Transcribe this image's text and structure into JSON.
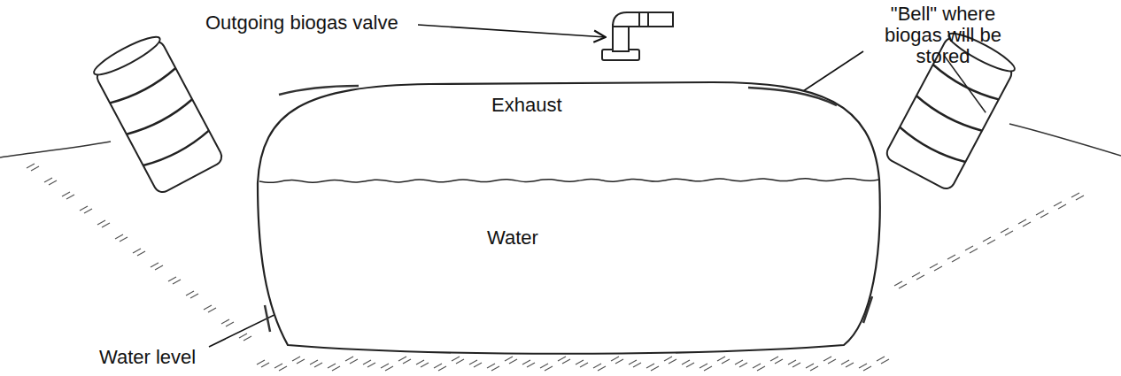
{
  "diagram": {
    "nodes": [
      {
        "text": [
          "Exhaust",
          "Water"
        ]
      }
    ],
    "labels": [
      "Outgoing biogas valve",
      "\"Bell\" where biogas will be stored",
      "Water level"
    ]
  }
}
